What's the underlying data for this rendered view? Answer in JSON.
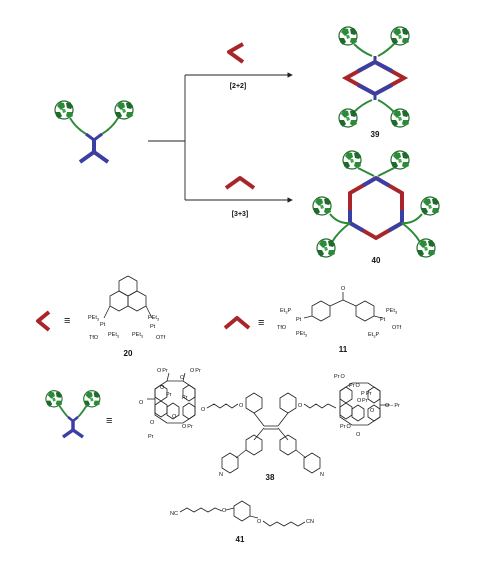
{
  "labels": {
    "cpd39": "39",
    "cpd40": "40",
    "cpd20": "20",
    "cpd11": "11",
    "cpd38": "38",
    "cpd41": "41"
  },
  "reactions": {
    "top": "[2+2]",
    "bottom": "[3+3]"
  },
  "equiv_symbol": "≡",
  "chem_text": {
    "pet3": "PEt",
    "sub3": "3",
    "pt": "Pt",
    "tfo": "TfO",
    "otf": "OTf",
    "et3p": "Et",
    "p": "P",
    "o": "O",
    "pr": "Pr",
    "n": "N",
    "nc": "NC",
    "cn": "CN"
  },
  "colors": {
    "ligand_blue": "#3b3fa3",
    "calixarene_green": "#2c8a3a",
    "corner_red": "#a8262a",
    "ink": "#222222"
  }
}
